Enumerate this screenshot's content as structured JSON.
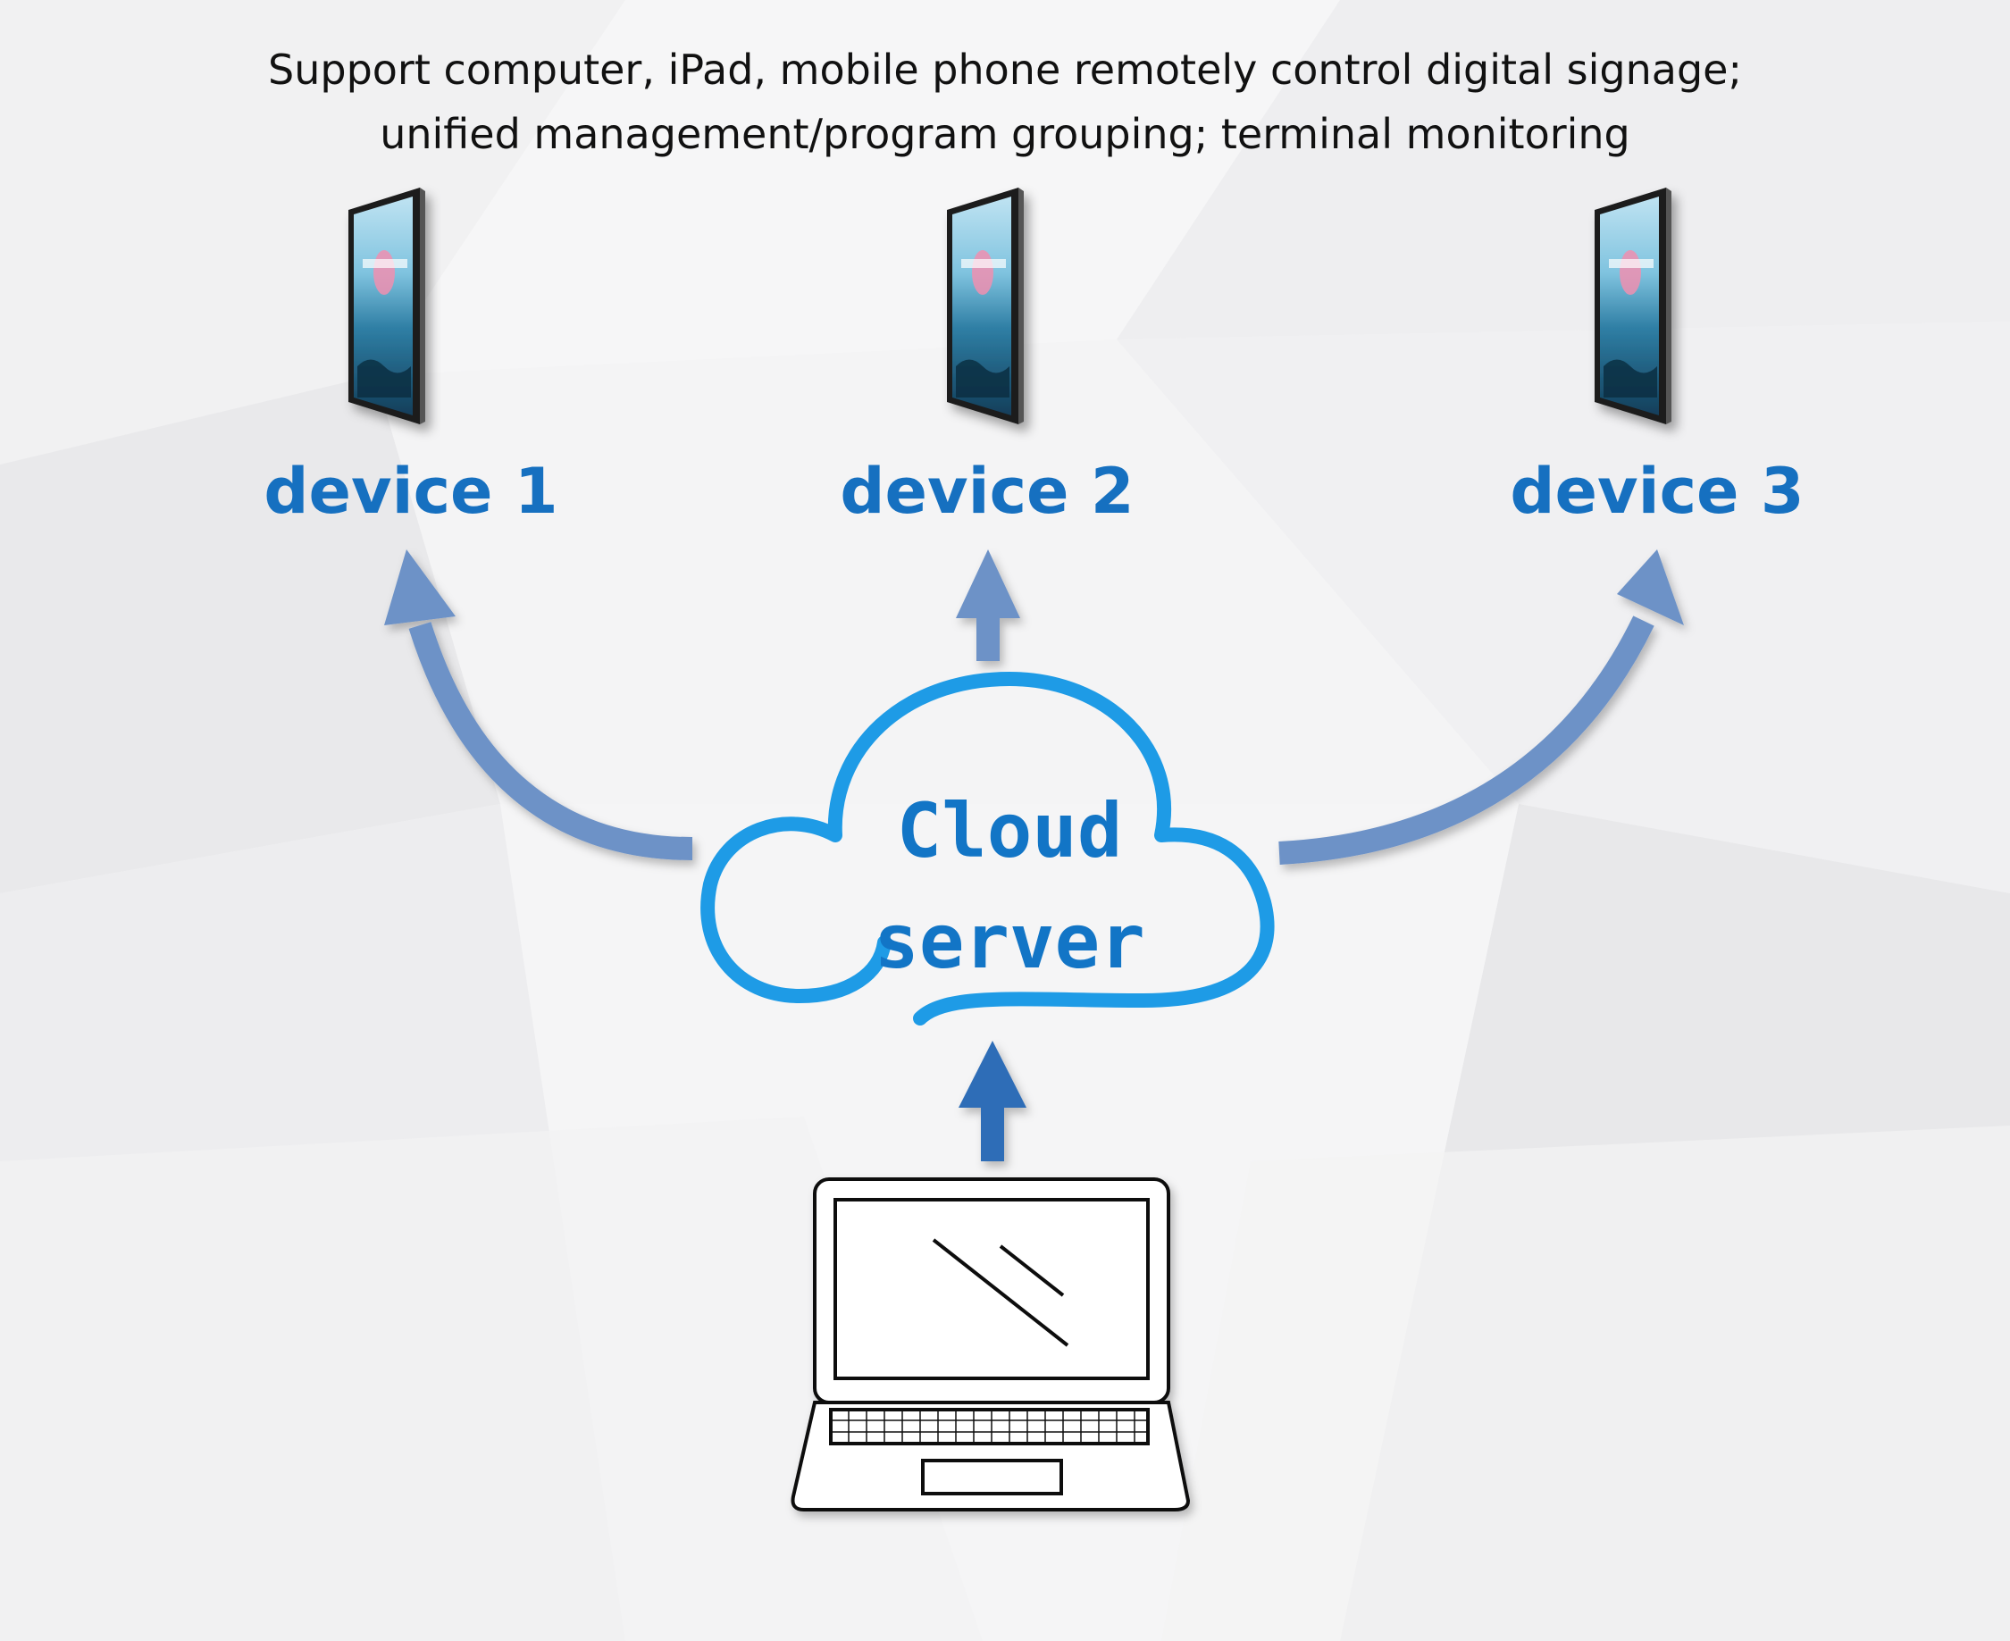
{
  "caption": {
    "line1": "Support computer, iPad, mobile phone remotely control digital signage;",
    "line2": "unified management/program grouping; terminal monitoring"
  },
  "devices": [
    {
      "label": "device 1"
    },
    {
      "label": "device 2"
    },
    {
      "label": "device 3"
    }
  ],
  "cloud": {
    "line1": "Cloud",
    "line2": "server"
  },
  "icons": [
    "digital-signage-display-icon",
    "cloud-icon",
    "laptop-icon",
    "arrow-icon"
  ],
  "colors": {
    "label_blue": "#1670c0",
    "cloud_blue": "#1e9be6",
    "arrow_blue": "#6d92c7"
  }
}
